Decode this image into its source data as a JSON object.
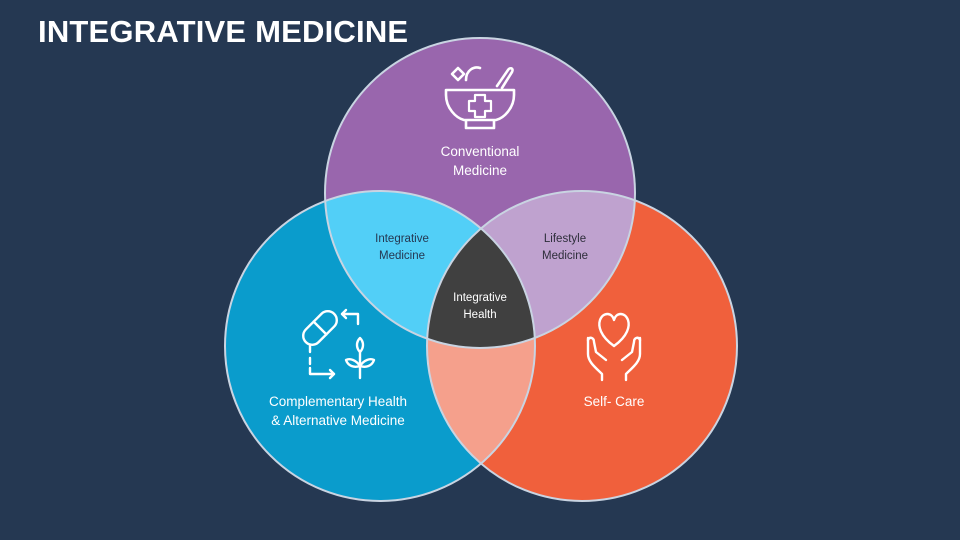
{
  "slide": {
    "title": "INTEGRATIVE MEDICINE"
  },
  "venn": {
    "sets": [
      {
        "label_lines": [
          "Conventional",
          "Medicine"
        ],
        "icon": "mortar-pestle-medical-cross-icon"
      },
      {
        "label_lines": [
          "Complementary Health",
          "& Alternative Medicine"
        ],
        "icon": "capsule-plant-cycle-icon"
      },
      {
        "label_lines": [
          "Self- Care"
        ],
        "icon": "hands-holding-heart-icon"
      }
    ],
    "intersections": {
      "conventional_complementary": [
        "Integrative",
        "Medicine"
      ],
      "conventional_selfcare": [
        "Lifestyle",
        "Medicine"
      ],
      "complementary_selfcare": [],
      "center": [
        "Integrative",
        "Health"
      ]
    }
  },
  "colors": {
    "background": "#253852",
    "conventional": "#9966AD",
    "complementary": "#0A9CCC",
    "self_care": "#F0603C",
    "integrative_medicine": "#52CFF7",
    "lifestyle_medicine": "#BFA2CF",
    "complementary_selfcare": "#F5A08C",
    "integrative_health": "#404040",
    "outline": "#C9D4E2"
  }
}
